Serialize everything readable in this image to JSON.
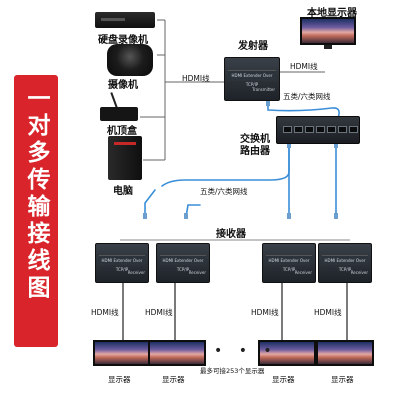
{
  "title": "一对多传输接线图",
  "devices": {
    "dvr_label": "硬盘录像机",
    "camera_label": "摄像机",
    "stb_label": "机顶盒",
    "pc_label": "电脑",
    "hdmi_in_label": "HDMI线",
    "transmitter_label": "发射器",
    "transmitter_face": "HDMI Extender Over TCP/IP",
    "transmitter_brand": "Transmitter",
    "local_hdmi_label": "HDMI线",
    "local_display_label": "本地显示器",
    "net_cable_label_1": "五类/六类网线",
    "switch_label_line1": "交换机",
    "switch_label_line2": "路由器",
    "net_cable_label_2": "五类/六类网线",
    "receiver_label": "接收器",
    "receiver_face": "HDMI Extender Over TCP/IP",
    "receiver_brand": "Receiver",
    "hdmi_out_labels": [
      "HDMI线",
      "HDMI线",
      "HDMI线",
      "HDMI线"
    ],
    "display_labels": [
      "显示器",
      "显示器",
      "显示器",
      "显示器"
    ],
    "max_receivers_note": "最多可接253个显示器",
    "ellipsis": "• • •"
  },
  "colors": {
    "banner": "#d8242a",
    "cable_blue": "#3a8ed8",
    "hdmi_line": "#555555"
  }
}
